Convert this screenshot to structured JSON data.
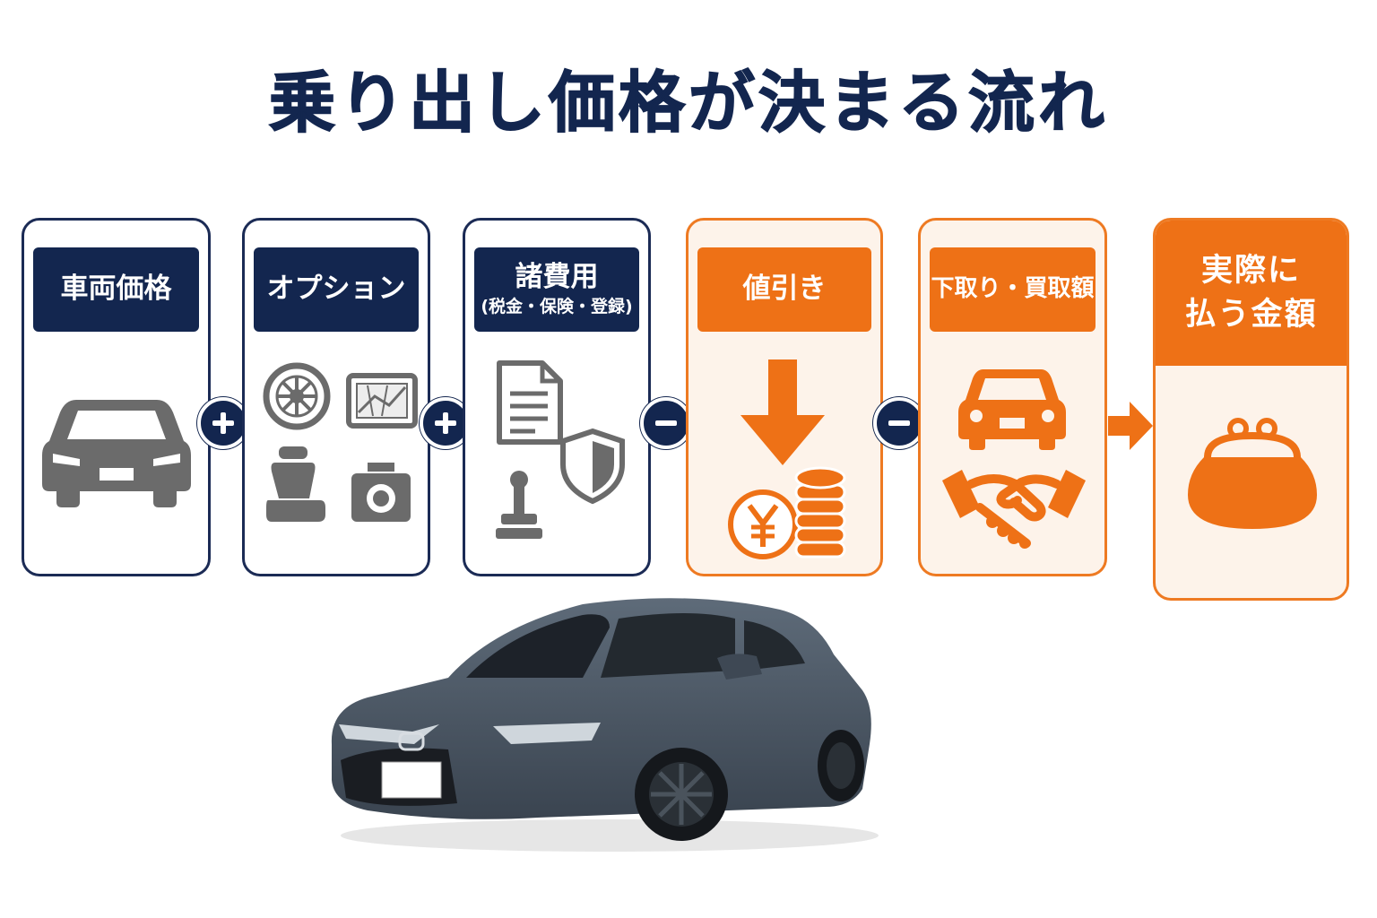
{
  "title": "乗り出し価格が決まる流れ",
  "steps": [
    {
      "label": "車両価格"
    },
    {
      "label": "オプション"
    },
    {
      "label": "諸費用",
      "sub": "(税金・保険・登録)"
    },
    {
      "label": "値引き"
    },
    {
      "label": "下取り・買取額"
    }
  ],
  "final": {
    "line1": "実際に",
    "line2": "払う金額"
  },
  "operators": [
    "+",
    "+",
    "−",
    "−",
    "→"
  ],
  "icons": {
    "step1": [
      "car-icon"
    ],
    "step2": [
      "wheel-icon",
      "navigation-icon",
      "car-seat-icon",
      "dashcam-icon"
    ],
    "step3": [
      "document-icon",
      "shield-icon",
      "stamp-icon"
    ],
    "step4": [
      "down-arrow-icon",
      "yen-coin-icon",
      "coin-stack-icon"
    ],
    "step5": [
      "car-front-icon",
      "handshake-icon"
    ],
    "final": [
      "coin-purse-icon"
    ]
  },
  "colors": {
    "navy": "#13264f",
    "orange": "#ee7116",
    "gray": "#6b6b6b"
  }
}
